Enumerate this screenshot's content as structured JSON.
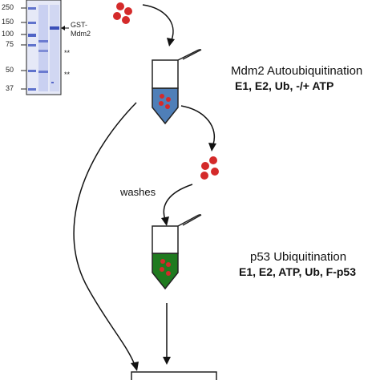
{
  "gel": {
    "markers": [
      "250",
      "150",
      "100",
      "75",
      "50",
      "37"
    ],
    "band_label_line1": "GST-",
    "band_label_line2": "Mdm2",
    "asterisk_upper": "**",
    "asterisk_lower": "**"
  },
  "step1": {
    "title": "Mdm2 Autoubiquitination",
    "reagents": "E1, E2, Ub, -/+ ATP"
  },
  "washes_label": "washes",
  "step2": {
    "title": "p53 Ubiquitination",
    "reagents": "E1, E2, ATP, Ub, F-p53"
  },
  "colors": {
    "bead": "#d42a2a",
    "tube1_liquid": "#4f7fb8",
    "tube2_liquid": "#1f7a1f",
    "gel_stain": "#4a5fc8"
  }
}
